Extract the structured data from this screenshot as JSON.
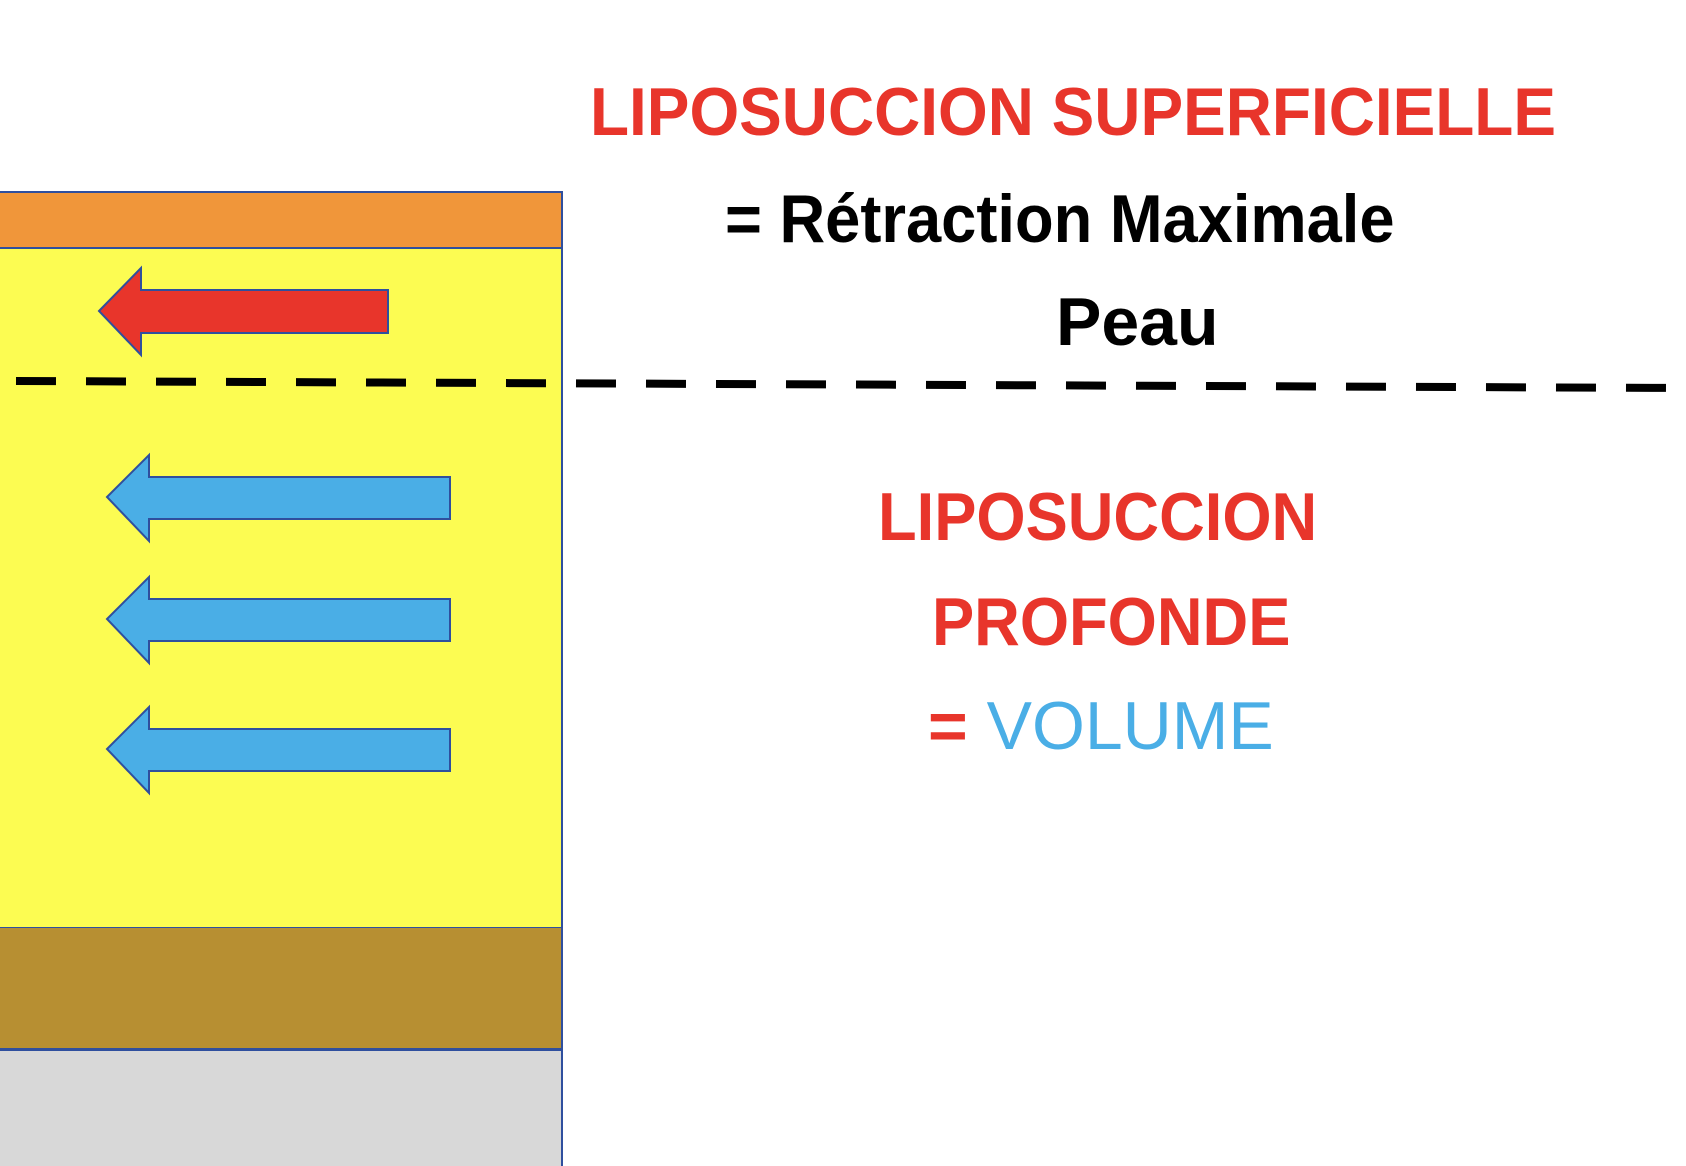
{
  "diagram": {
    "layers": {
      "skin": "#f0963a",
      "fat": "#fcfc52",
      "muscle": "#b78f32",
      "bone": "#d8d8d8"
    },
    "superficial": {
      "title": "LIPOSUCCION  SUPERFICIELLE",
      "title_color": "#e8352b",
      "line1": "= Rétraction Maximale",
      "line2": "Peau",
      "text_color": "#000000",
      "arrow_color": "#e8352b",
      "arrow_count": 1
    },
    "deep": {
      "title_line1": "LIPOSUCCION",
      "title_line2": "PROFONDE",
      "title_color": "#e8352b",
      "equals": "= ",
      "equals_color": "#e8352b",
      "volume": "VOLUME",
      "volume_color": "#4aaee6",
      "arrow_color": "#4aaee6",
      "arrow_count": 3
    },
    "divider": "dashed"
  }
}
